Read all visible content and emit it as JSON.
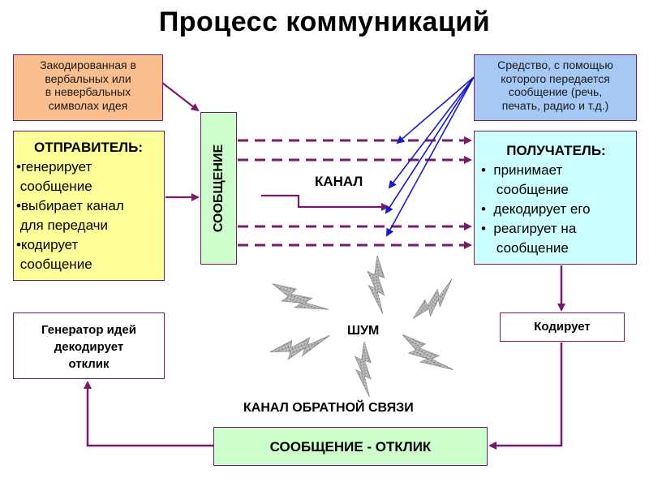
{
  "title": "Процесс коммуникаций",
  "idea_box": {
    "lines": [
      "Закодированная в",
      "вербальных или",
      "в невербальных",
      "символах идея"
    ]
  },
  "medium_box": {
    "lines": [
      "Средство, с помощью",
      "которого передается",
      "сообщение (речь,",
      "печать, радио и т.д.)"
    ]
  },
  "sender": {
    "heading": "ОТПРАВИТЕЛЬ:",
    "items": [
      {
        "l1": "•генерирует",
        "l2": " сообщение"
      },
      {
        "l1": "•выбирает канал",
        "l2": " для передачи"
      },
      {
        "l1": "•кодирует",
        "l2": " сообщение"
      }
    ]
  },
  "message_vertical": "СООБЩЕНИЕ",
  "channel_label": "КАНАЛ",
  "receiver": {
    "heading": "ПОЛУЧАТЕЛЬ:",
    "items": [
      {
        "l1": "•  принимает",
        "l2": "    сообщение"
      },
      {
        "l1": "•  декодирует его",
        "l2": ""
      },
      {
        "l1": "•  реагирует на",
        "l2": "    сообщение"
      }
    ]
  },
  "noise_label": "ШУМ",
  "generator_box": {
    "lines": [
      "Генератор идей",
      "декодирует",
      "отклик"
    ]
  },
  "encode_box": "Кодирует",
  "feedback_label": "КАНАЛ ОБРАТНОЙ СВЯЗИ",
  "response_box": "СООБЩЕНИЕ - ОТКЛИК",
  "colors": {
    "arrow": "#7a1a6a",
    "blue_arrow": "#1a1acc",
    "idea": "#fbbf8f",
    "medium": "#a6c8f5",
    "sender": "#ffff99",
    "receiver": "#ccffff",
    "message": "#ccffcc"
  }
}
